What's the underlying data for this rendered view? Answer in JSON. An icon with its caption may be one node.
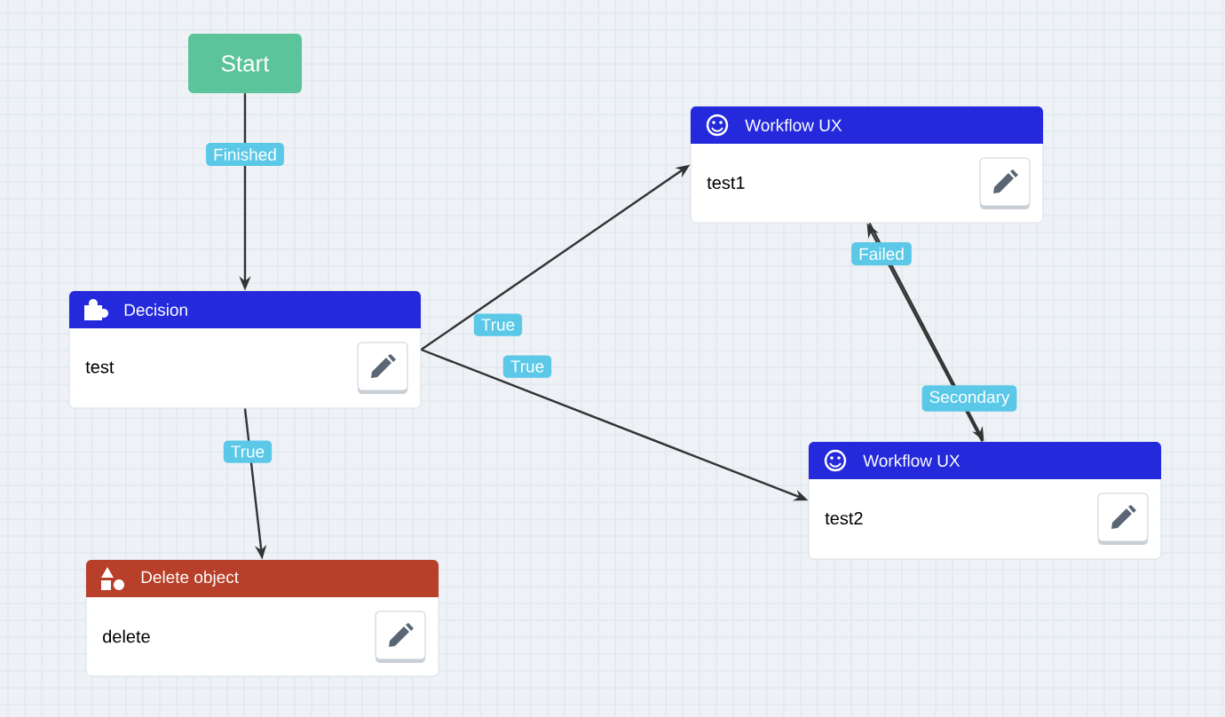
{
  "diagram": {
    "nodes": [
      {
        "text": [
          "Start"
        ]
      },
      {
        "text": [
          "Decision",
          "test"
        ]
      },
      {
        "text": [
          "Workflow UX",
          "test1"
        ]
      },
      {
        "text": [
          "Workflow UX",
          "test2"
        ]
      },
      {
        "text": [
          "Delete object",
          "delete"
        ]
      }
    ],
    "edges": [
      {
        "from": 0,
        "to": 1,
        "arrow": "to",
        "label": "Finished"
      },
      {
        "from": 1,
        "to": 2,
        "arrow": "to",
        "label": "True"
      },
      {
        "from": 1,
        "to": 3,
        "arrow": "to",
        "label": "True"
      },
      {
        "from": 1,
        "to": 4,
        "arrow": "to",
        "label": "True"
      },
      {
        "from": 3,
        "to": 2,
        "arrow": "to",
        "label": "Failed"
      },
      {
        "from": 2,
        "to": 3,
        "arrow": "to",
        "label": "Secondary"
      }
    ]
  }
}
